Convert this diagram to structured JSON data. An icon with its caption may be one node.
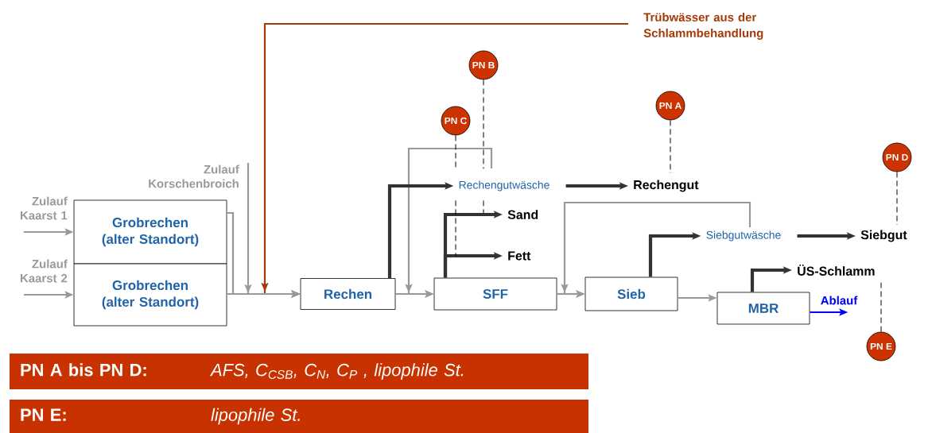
{
  "diagram": {
    "nodes": [
      {
        "text": [
          "Zulauf Kaarst 1"
        ]
      },
      {
        "text": [
          "Zulauf Kaarst 2"
        ]
      },
      {
        "text": [
          "Grobrechen (alter Standort)"
        ]
      },
      {
        "text": [
          "Grobrechen (alter Standort)"
        ]
      },
      {
        "text": [
          "Zulauf Korschenbroich"
        ]
      },
      {
        "text": [
          "Trübwässer aus der Schlammbehandlung"
        ]
      },
      {
        "text": [
          "Rechen"
        ]
      },
      {
        "text": [
          "SFF"
        ]
      },
      {
        "text": [
          "Sieb"
        ]
      },
      {
        "text": [
          "MBR"
        ]
      },
      {
        "text": [
          "Rechengutwäsche"
        ]
      },
      {
        "text": [
          "Rechengut"
        ]
      },
      {
        "text": [
          "Sand"
        ]
      },
      {
        "text": [
          "Fett"
        ]
      },
      {
        "text": [
          "Siebgutwäsche"
        ]
      },
      {
        "text": [
          "Siebgut"
        ]
      },
      {
        "text": [
          "ÜS-Schlamm"
        ]
      },
      {
        "text": [
          "PN B"
        ]
      },
      {
        "text": [
          "PN C"
        ]
      },
      {
        "text": [
          "PN A"
        ]
      },
      {
        "text": [
          "PN D"
        ]
      },
      {
        "text": [
          "PN E"
        ]
      },
      {
        "text": [
          "PN A bis PN D:",
          "AFS, C$_{CSB}$, C$_{N}$, C$_{P}$ , lipophile St."
        ]
      },
      {
        "text": [
          "PN E:",
          "lipophile St."
        ]
      }
    ],
    "edges": [
      {
        "from": 0,
        "to": 2,
        "arrow": "to"
      },
      {
        "from": 1,
        "to": 3,
        "arrow": "to"
      },
      {
        "from": 2,
        "to": 6,
        "arrow": "none"
      },
      {
        "from": 3,
        "to": 6,
        "arrow": "to"
      },
      {
        "from": 4,
        "to": 6,
        "arrow": "to"
      },
      {
        "from": 5,
        "to": 6,
        "arrow": "to",
        "color": "#a33a0a"
      },
      {
        "from": 6,
        "to": 7,
        "arrow": "to"
      },
      {
        "from": 6,
        "to": 10,
        "arrow": "to",
        "style": "thick",
        "color": "#333333"
      },
      {
        "from": 10,
        "to": 7,
        "arrow": "to"
      },
      {
        "from": 10,
        "to": 11,
        "arrow": "to",
        "style": "thick",
        "color": "#333333"
      },
      {
        "from": 7,
        "to": 12,
        "arrow": "to",
        "style": "thick",
        "color": "#333333"
      },
      {
        "from": 7,
        "to": 13,
        "arrow": "to",
        "style": "thick",
        "color": "#333333"
      },
      {
        "from": 7,
        "to": 8,
        "arrow": "to"
      },
      {
        "from": 14,
        "to": 8,
        "arrow": "to"
      },
      {
        "from": 8,
        "to": 14,
        "arrow": "to",
        "style": "thick",
        "color": "#333333"
      },
      {
        "from": 14,
        "to": 15,
        "arrow": "to",
        "style": "thick",
        "color": "#333333"
      },
      {
        "from": 8,
        "to": 9,
        "arrow": "to"
      },
      {
        "from": 9,
        "to": 16,
        "arrow": "to",
        "style": "thick",
        "color": "#333333"
      },
      {
        "from": 9,
        "to": null,
        "arrow": "to",
        "label": "Ablauf",
        "color": "#0000ff"
      },
      {
        "from": 17,
        "to": null,
        "arrow": "none",
        "style": "dashed",
        "color": "#000000"
      },
      {
        "from": 18,
        "to": null,
        "arrow": "none",
        "style": "dashed",
        "color": "#000000"
      },
      {
        "from": 19,
        "to": 11,
        "arrow": "none",
        "style": "dashed",
        "color": "#000000"
      },
      {
        "from": 20,
        "to": 15,
        "arrow": "none",
        "style": "dashed",
        "color": "#000000"
      },
      {
        "from": 21,
        "to": 16,
        "arrow": "none",
        "style": "dashed",
        "color": "#000000"
      }
    ]
  }
}
